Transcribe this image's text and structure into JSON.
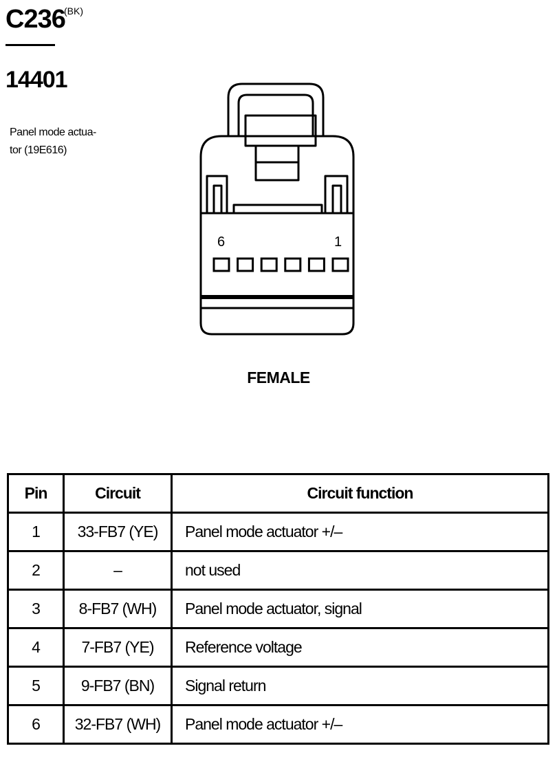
{
  "connector": {
    "id": "C236",
    "color_code": "(BK)",
    "part_number": "14401",
    "description_line1": "Panel mode actua-",
    "description_line2": "tor (19E616)"
  },
  "diagram": {
    "pin_label_left": "6",
    "pin_label_right": "1",
    "pin_count": 6,
    "gender": "FEMALE"
  },
  "table": {
    "headers": [
      "Pin",
      "Circuit",
      "Circuit function"
    ],
    "rows": [
      {
        "pin": "1",
        "circuit": "33-FB7 (YE)",
        "function": "Panel mode actuator  +/–"
      },
      {
        "pin": "2",
        "circuit": "–",
        "function": "not used"
      },
      {
        "pin": "3",
        "circuit": "8-FB7 (WH)",
        "function": "Panel mode actuator, signal"
      },
      {
        "pin": "4",
        "circuit": "7-FB7 (YE)",
        "function": "Reference voltage"
      },
      {
        "pin": "5",
        "circuit": "9-FB7 (BN)",
        "function": "Signal return"
      },
      {
        "pin": "6",
        "circuit": "32-FB7 (WH)",
        "function": "Panel mode actuator  +/–"
      }
    ]
  }
}
